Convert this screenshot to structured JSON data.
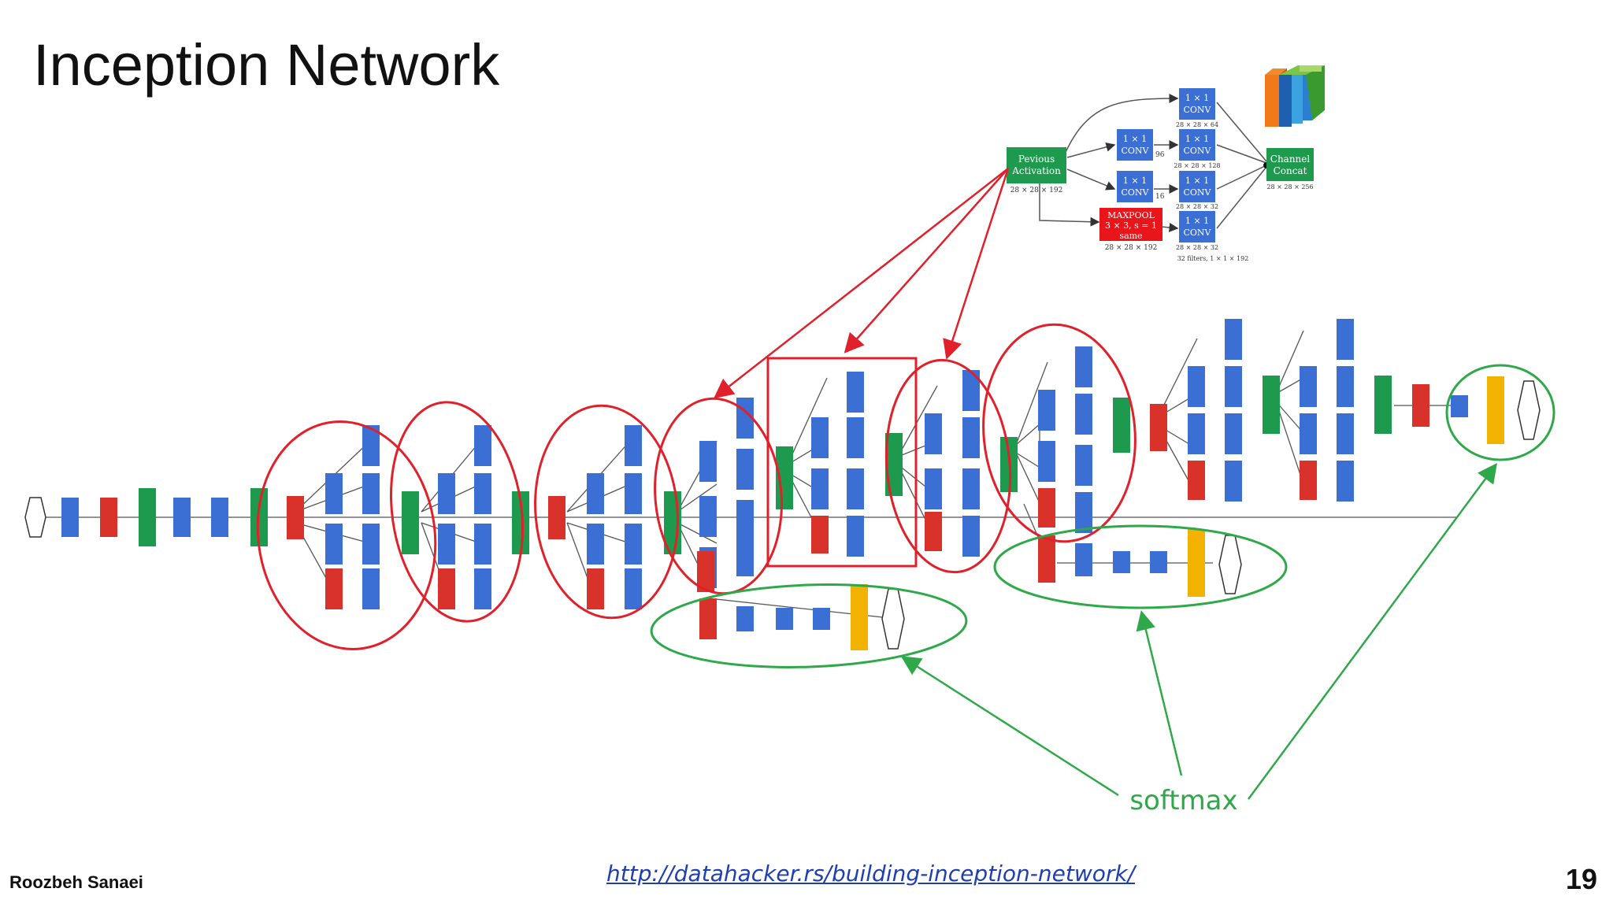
{
  "slide": {
    "title": "Inception Network",
    "author": "Roozbeh Sanaei",
    "link": "http://datahacker.rs/building-inception-network/",
    "page_number": "19"
  },
  "module": {
    "prev_activation": [
      "Pevious",
      "Activation"
    ],
    "prev_dim": "28 × 28 × 192",
    "conv_label": [
      "1 × 1",
      "CONV"
    ],
    "maxpool_label": [
      "MAXPOOL",
      "3 × 3, s = 1",
      "same"
    ],
    "concat_label": [
      "Channel",
      "Concat"
    ],
    "concat_dim": "28 × 28 × 256",
    "dims": [
      "28 × 28 × 64",
      "28 × 28 × 128",
      "28 × 28 × 32",
      "28 × 28 × 32"
    ],
    "side_nums": [
      "96",
      "16"
    ],
    "pool_dim": "28 × 28 × 192",
    "filters_note": "32 filters, 1 × 1 × 192"
  },
  "annotation": {
    "softmax": "softmax"
  },
  "colors": {
    "conv_blue": "#3b6fd4",
    "pool_red": "#d9322b",
    "concat_green": "#1e9a4f",
    "softmax_yellow": "#f2b200",
    "highlight_red": "#e0202a",
    "highlight_green": "#2fa84a"
  }
}
